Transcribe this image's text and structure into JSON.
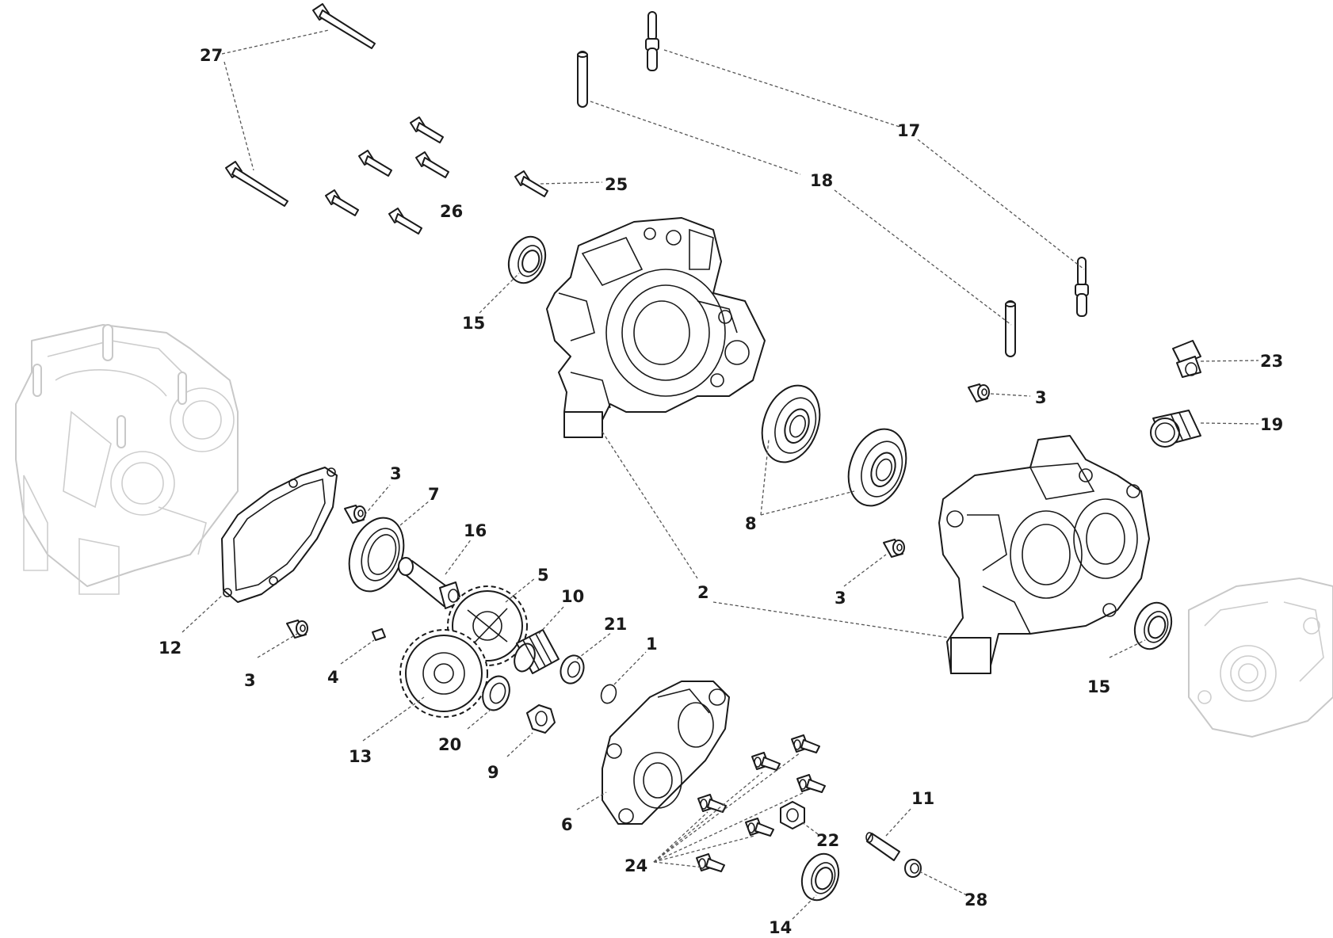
{
  "diagram": {
    "type": "exploded-parts-view",
    "accent_color": "#1a1a1a",
    "ghost_color": "#c8c8c8",
    "callouts": [
      {
        "id": "c27",
        "label": "27"
      },
      {
        "id": "c17",
        "label": "17"
      },
      {
        "id": "c18",
        "label": "18"
      },
      {
        "id": "c25",
        "label": "25"
      },
      {
        "id": "c26",
        "label": "26"
      },
      {
        "id": "c15a",
        "label": "15"
      },
      {
        "id": "c23",
        "label": "23"
      },
      {
        "id": "c3a",
        "label": "3"
      },
      {
        "id": "c19",
        "label": "19"
      },
      {
        "id": "c8",
        "label": "8"
      },
      {
        "id": "c3b",
        "label": "3"
      },
      {
        "id": "c7",
        "label": "7"
      },
      {
        "id": "c16",
        "label": "16"
      },
      {
        "id": "c5",
        "label": "5"
      },
      {
        "id": "c10",
        "label": "10"
      },
      {
        "id": "c2",
        "label": "2"
      },
      {
        "id": "c3c",
        "label": "3"
      },
      {
        "id": "c21",
        "label": "21"
      },
      {
        "id": "c1",
        "label": "1"
      },
      {
        "id": "c12",
        "label": "12"
      },
      {
        "id": "c3d",
        "label": "3"
      },
      {
        "id": "c4",
        "label": "4"
      },
      {
        "id": "c15b",
        "label": "15"
      },
      {
        "id": "c20",
        "label": "20"
      },
      {
        "id": "c13",
        "label": "13"
      },
      {
        "id": "c9",
        "label": "9"
      },
      {
        "id": "c11",
        "label": "11"
      },
      {
        "id": "c6",
        "label": "6"
      },
      {
        "id": "c22",
        "label": "22"
      },
      {
        "id": "c24",
        "label": "24"
      },
      {
        "id": "c28",
        "label": "28"
      },
      {
        "id": "c14",
        "label": "14"
      }
    ]
  }
}
